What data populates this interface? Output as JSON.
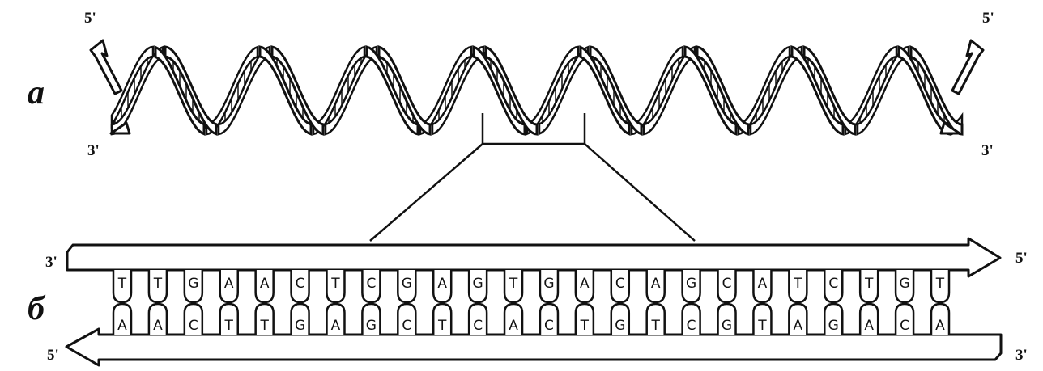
{
  "panel_labels": {
    "a": "а",
    "b": "б"
  },
  "helix": {
    "top_left_end": "5'",
    "bottom_left_end": "3'",
    "top_right_end": "5'",
    "bottom_right_end": "3'"
  },
  "ladder": {
    "top_left_end": "3'",
    "top_right_end": "5'",
    "bottom_left_end": "5'",
    "bottom_right_end": "3'",
    "top_strand": [
      "T",
      "T",
      "G",
      "A",
      "A",
      "C",
      "T",
      "C",
      "G",
      "A",
      "G",
      "T",
      "G",
      "A",
      "C",
      "A",
      "G",
      "C",
      "A",
      "T",
      "C",
      "T",
      "G",
      "T"
    ],
    "bottom_strand": [
      "A",
      "A",
      "C",
      "T",
      "T",
      "G",
      "A",
      "G",
      "C",
      "T",
      "C",
      "A",
      "C",
      "T",
      "G",
      "T",
      "C",
      "G",
      "T",
      "A",
      "G",
      "A",
      "C",
      "A"
    ]
  }
}
